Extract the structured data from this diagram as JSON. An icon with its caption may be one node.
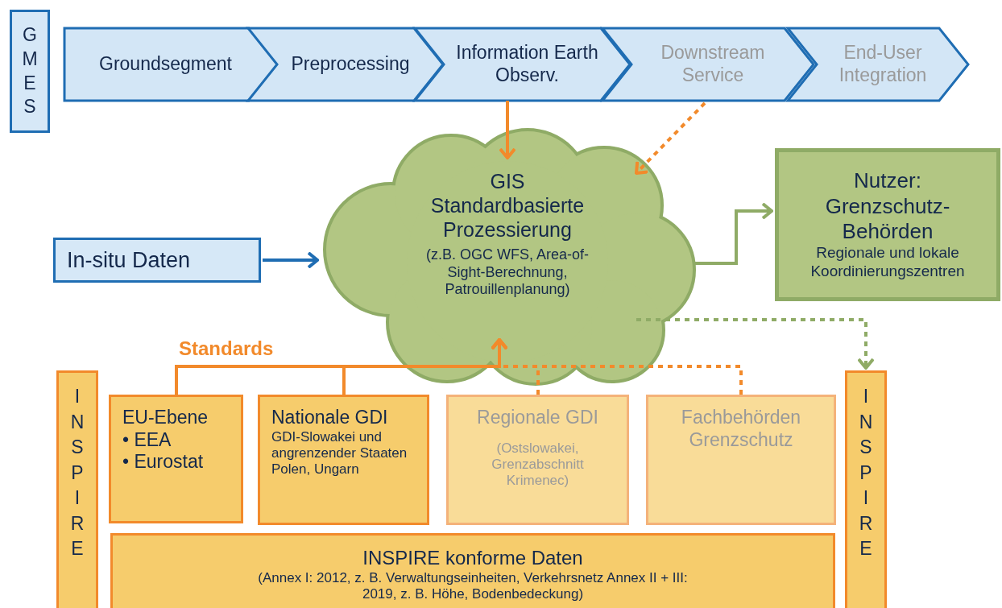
{
  "diagram": {
    "nodes": [
      {
        "text": [
          "G M E S"
        ]
      },
      {
        "text": [
          "Groundsegment"
        ]
      },
      {
        "text": [
          "Preprocessing"
        ]
      },
      {
        "text": [
          "Information Earth Observ."
        ]
      },
      {
        "text": [
          "Downstream Service"
        ]
      },
      {
        "text": [
          "End-User Integration"
        ]
      },
      {
        "text": [
          "GIS Standardbasierte Prozessierung",
          "(z.B. OGC WFS, Area-of-Sight-Berechnung, Patrouillenplanung)"
        ]
      },
      {
        "text": [
          "In-situ Daten"
        ]
      },
      {
        "text": [
          "Nutzer: Grenzschutz-Behörden",
          "Regionale und lokale Koordinierungszentren"
        ]
      },
      {
        "text": [
          "I N S P I R E"
        ]
      },
      {
        "text": [
          "EU-Ebene",
          "• EEA",
          "• Eurostat"
        ]
      },
      {
        "text": [
          "Nationale GDI",
          "GDI-Slowakei und angrenzender Staaten Polen, Ungarn"
        ]
      },
      {
        "text": [
          "Regionale GDI",
          "(Ostslowakei, Grenzabschnitt Krimenec)"
        ]
      },
      {
        "text": [
          "Fachbehörden Grenzschutz"
        ]
      },
      {
        "text": [
          "I N S P I R E"
        ]
      },
      {
        "text": [
          "INSPIRE konforme Daten",
          "(Annex I: 2012, z. B. Verwaltungseinheiten, Verkehrsnetz Annex II + III: 2019, z. B. Höhe, Bodenbedeckung)"
        ]
      }
    ],
    "edges": [
      {
        "from": 3,
        "to": 6,
        "arrow": "to"
      },
      {
        "from": 4,
        "to": 6,
        "arrow": "to",
        "style": "dashed"
      },
      {
        "from": 7,
        "to": 6,
        "arrow": "to",
        "color": "#1f6db3"
      },
      {
        "from": 6,
        "to": 8,
        "arrow": "to",
        "color": "#8fab66"
      },
      {
        "from": 6,
        "to": 14,
        "arrow": "to",
        "style": "dashed",
        "color": "#8fab66"
      },
      {
        "from": 10,
        "to": 6,
        "arrow": "to",
        "label": "Standards"
      },
      {
        "from": 11,
        "to": 6,
        "arrow": "to"
      },
      {
        "from": 12,
        "to": 6,
        "arrow": "to",
        "style": "dashed"
      },
      {
        "from": 13,
        "to": 6,
        "arrow": "to",
        "style": "dashed"
      }
    ]
  }
}
